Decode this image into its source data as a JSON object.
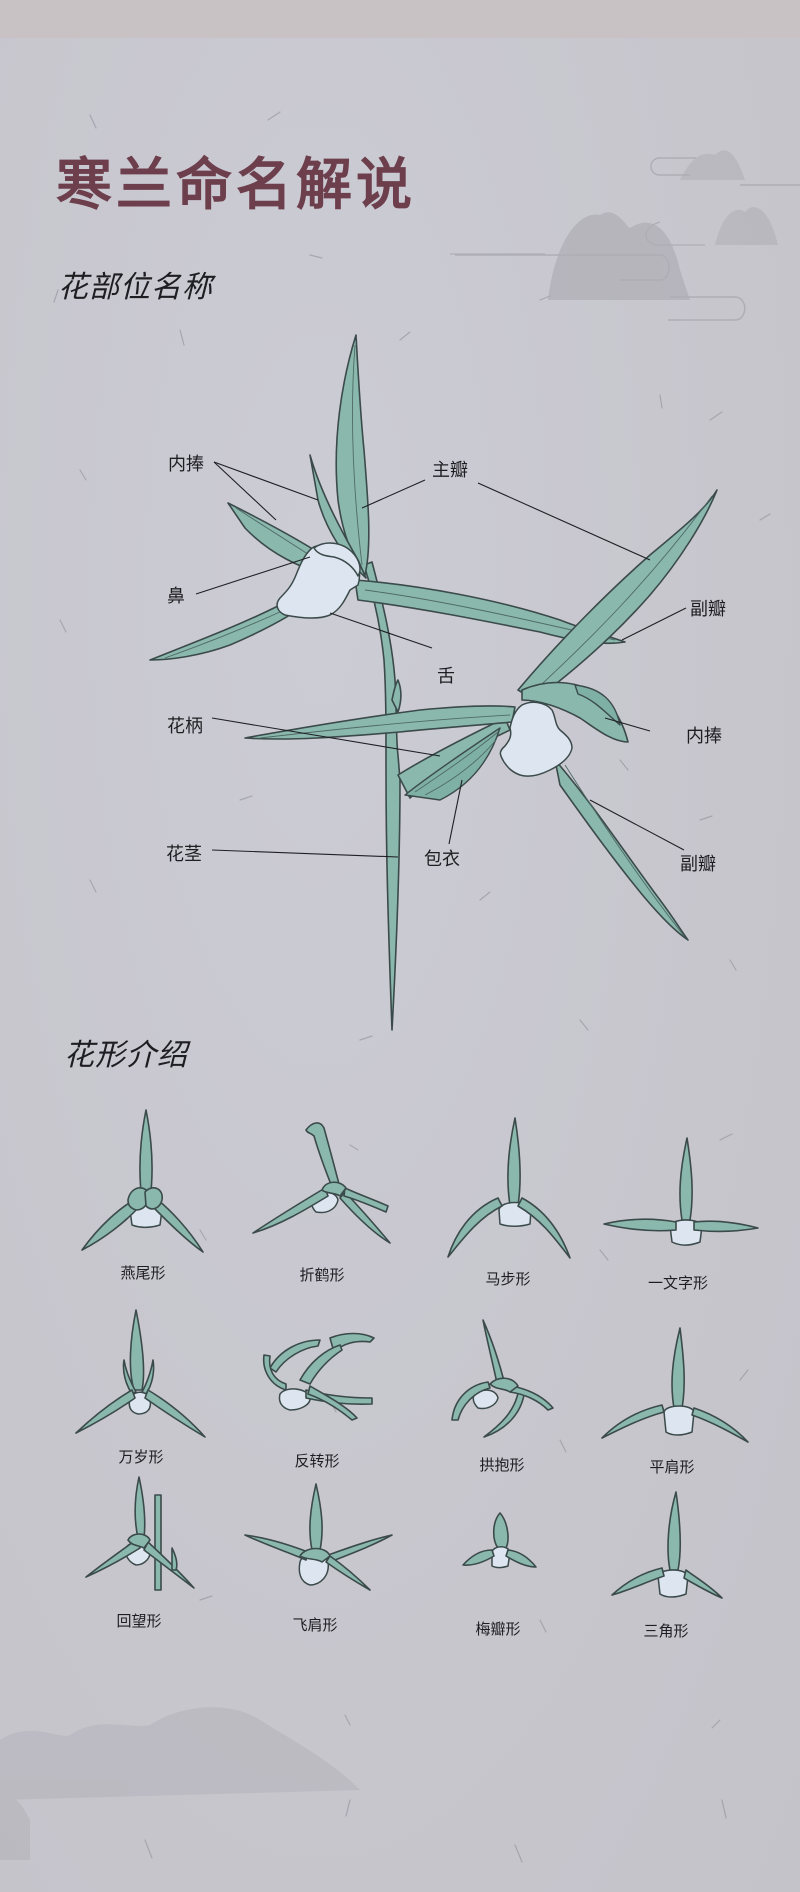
{
  "poster": {
    "title": "寒兰命名解说",
    "colors": {
      "title": "#6d3f4d",
      "leaf_fill": "#8ab8ad",
      "lip_fill": "#dde6f0",
      "outline": "#3b4a4a",
      "background": "#c8c8d0"
    }
  },
  "parts_section": {
    "heading": "花部位名称",
    "labels": {
      "inner_petal_left": "内捧",
      "main_sepal": "主瓣",
      "nose": "鼻",
      "lateral_sepal_upper": "副瓣",
      "tongue": "舌",
      "pedicel": "花柄",
      "inner_petal_right": "内捧",
      "bract": "包衣",
      "scape": "花茎",
      "lateral_sepal_lower": "副瓣"
    }
  },
  "shapes_section": {
    "heading": "花形介绍",
    "items": [
      {
        "name": "燕尾形",
        "icon": "swallowtail-flower-icon"
      },
      {
        "name": "折鹤形",
        "icon": "folded-crane-flower-icon"
      },
      {
        "name": "马步形",
        "icon": "horse-stance-flower-icon"
      },
      {
        "name": "一文字形",
        "icon": "flat-line-flower-icon"
      },
      {
        "name": "万岁形",
        "icon": "long-live-flower-icon"
      },
      {
        "name": "反转形",
        "icon": "reversed-flower-icon"
      },
      {
        "name": "拱抱形",
        "icon": "embracing-flower-icon"
      },
      {
        "name": "平肩形",
        "icon": "flat-shoulder-flower-icon"
      },
      {
        "name": "回望形",
        "icon": "looking-back-flower-icon"
      },
      {
        "name": "飞肩形",
        "icon": "flying-shoulder-flower-icon"
      },
      {
        "name": "梅瓣形",
        "icon": "plum-petal-flower-icon"
      },
      {
        "name": "三角形",
        "icon": "triangle-flower-icon"
      }
    ]
  }
}
